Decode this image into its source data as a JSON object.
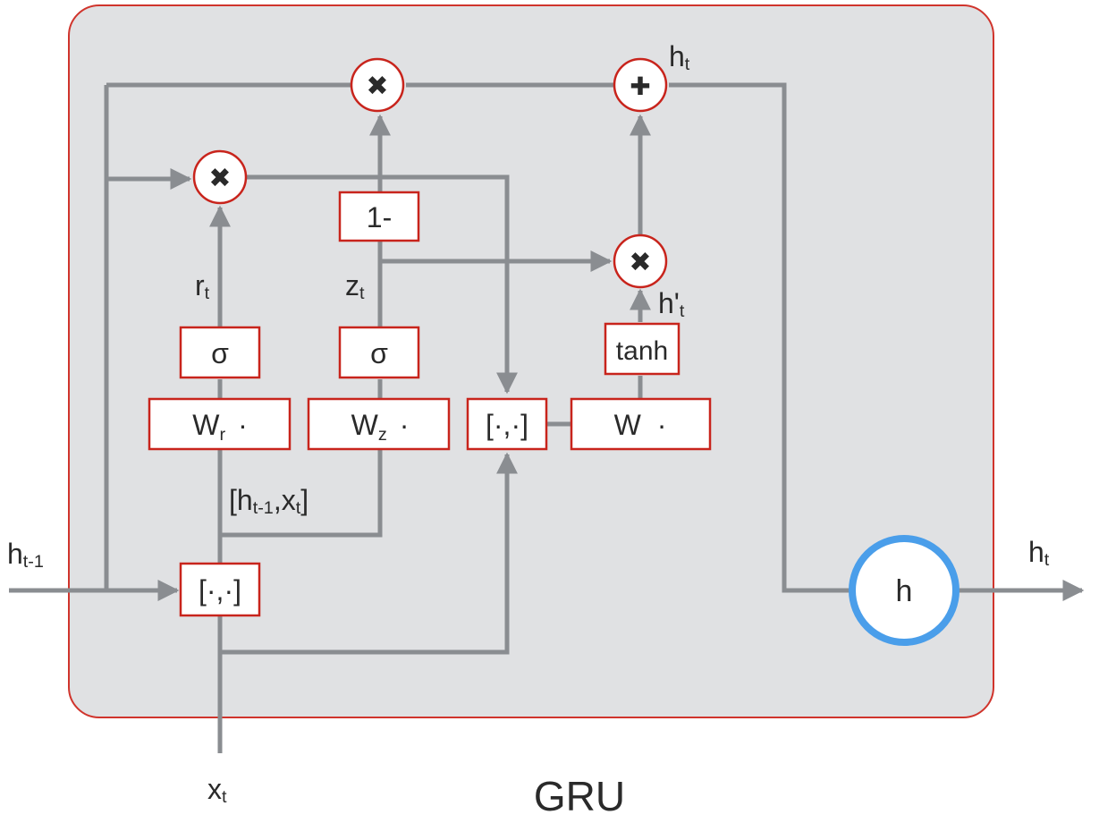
{
  "title": "GRU",
  "colors": {
    "cell_fill": "#e0e1e3",
    "cell_border": "#d0342c",
    "line": "#8a8d91",
    "box_border": "#c8241c",
    "op_border": "#c8241c",
    "output_circle": "#4a9eea"
  },
  "gates": {
    "wr": {
      "main": "W",
      "sub": "r",
      "dot": "·"
    },
    "wz": {
      "main": "W",
      "sub": "z",
      "dot": "·"
    },
    "w": {
      "main": "W",
      "dot": "·"
    },
    "sigma_r": "σ",
    "sigma_z": "σ",
    "tanh": "tanh",
    "one_minus": "1-",
    "concat_input": "[·,·]",
    "concat_candidate": "[·,·]"
  },
  "ops": {
    "multiply_top": "✖",
    "multiply_reset": "✖",
    "multiply_update": "✖",
    "add": "✚"
  },
  "labels": {
    "h_prev": {
      "main": "h",
      "sub": "t-1"
    },
    "x_in": {
      "main": "x",
      "sub": "t"
    },
    "h_out": {
      "main": "h",
      "sub": "t"
    },
    "h_top": {
      "main": "h",
      "sub": "t"
    },
    "r_t": {
      "main": "r",
      "sub": "t"
    },
    "z_t": {
      "main": "z",
      "sub": "t"
    },
    "h_cand": {
      "main": "h'",
      "sub": "t"
    },
    "concat_note": {
      "open": "[h",
      "sub1": "t-1",
      "mid": ",x",
      "sub2": "t",
      "close": "]"
    },
    "output_node": "h"
  }
}
